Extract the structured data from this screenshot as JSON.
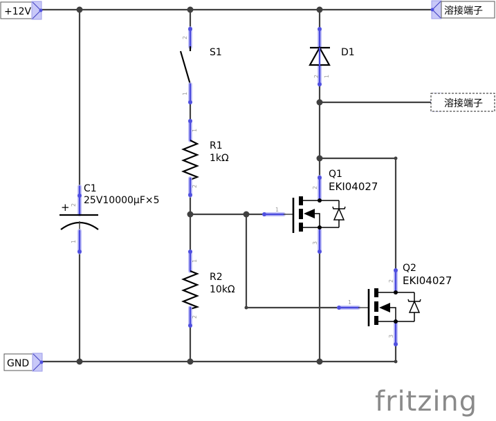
{
  "app": "Fritzing",
  "logo_text": "fritzing",
  "net_labels": {
    "vcc": "+12V",
    "gnd": "GND",
    "weld_terminal_top": "溶接端子",
    "weld_terminal_mid": "溶接端子"
  },
  "components": {
    "C1": {
      "ref": "C1",
      "value": "25V10000μF×5",
      "polarity_mark": "+",
      "pins": [
        "1",
        "2"
      ]
    },
    "S1": {
      "ref": "S1",
      "pins": [
        "1",
        "2"
      ]
    },
    "R1": {
      "ref": "R1",
      "value": "1kΩ",
      "pins": [
        "1",
        "2"
      ]
    },
    "R2": {
      "ref": "R2",
      "value": "10kΩ",
      "pins": [
        "1",
        "2"
      ]
    },
    "D1": {
      "ref": "D1",
      "pins": [
        "1",
        "2"
      ]
    },
    "Q1": {
      "ref": "Q1",
      "value": "EKI04027",
      "pins": [
        "1",
        "2",
        "3"
      ]
    },
    "Q2": {
      "ref": "Q2",
      "value": "EKI04027",
      "pins": [
        "1",
        "2",
        "3"
      ]
    }
  },
  "colors": {
    "wire": "#404040",
    "pin_highlight": "#4a4adc",
    "logo": "#8a8a8a"
  }
}
